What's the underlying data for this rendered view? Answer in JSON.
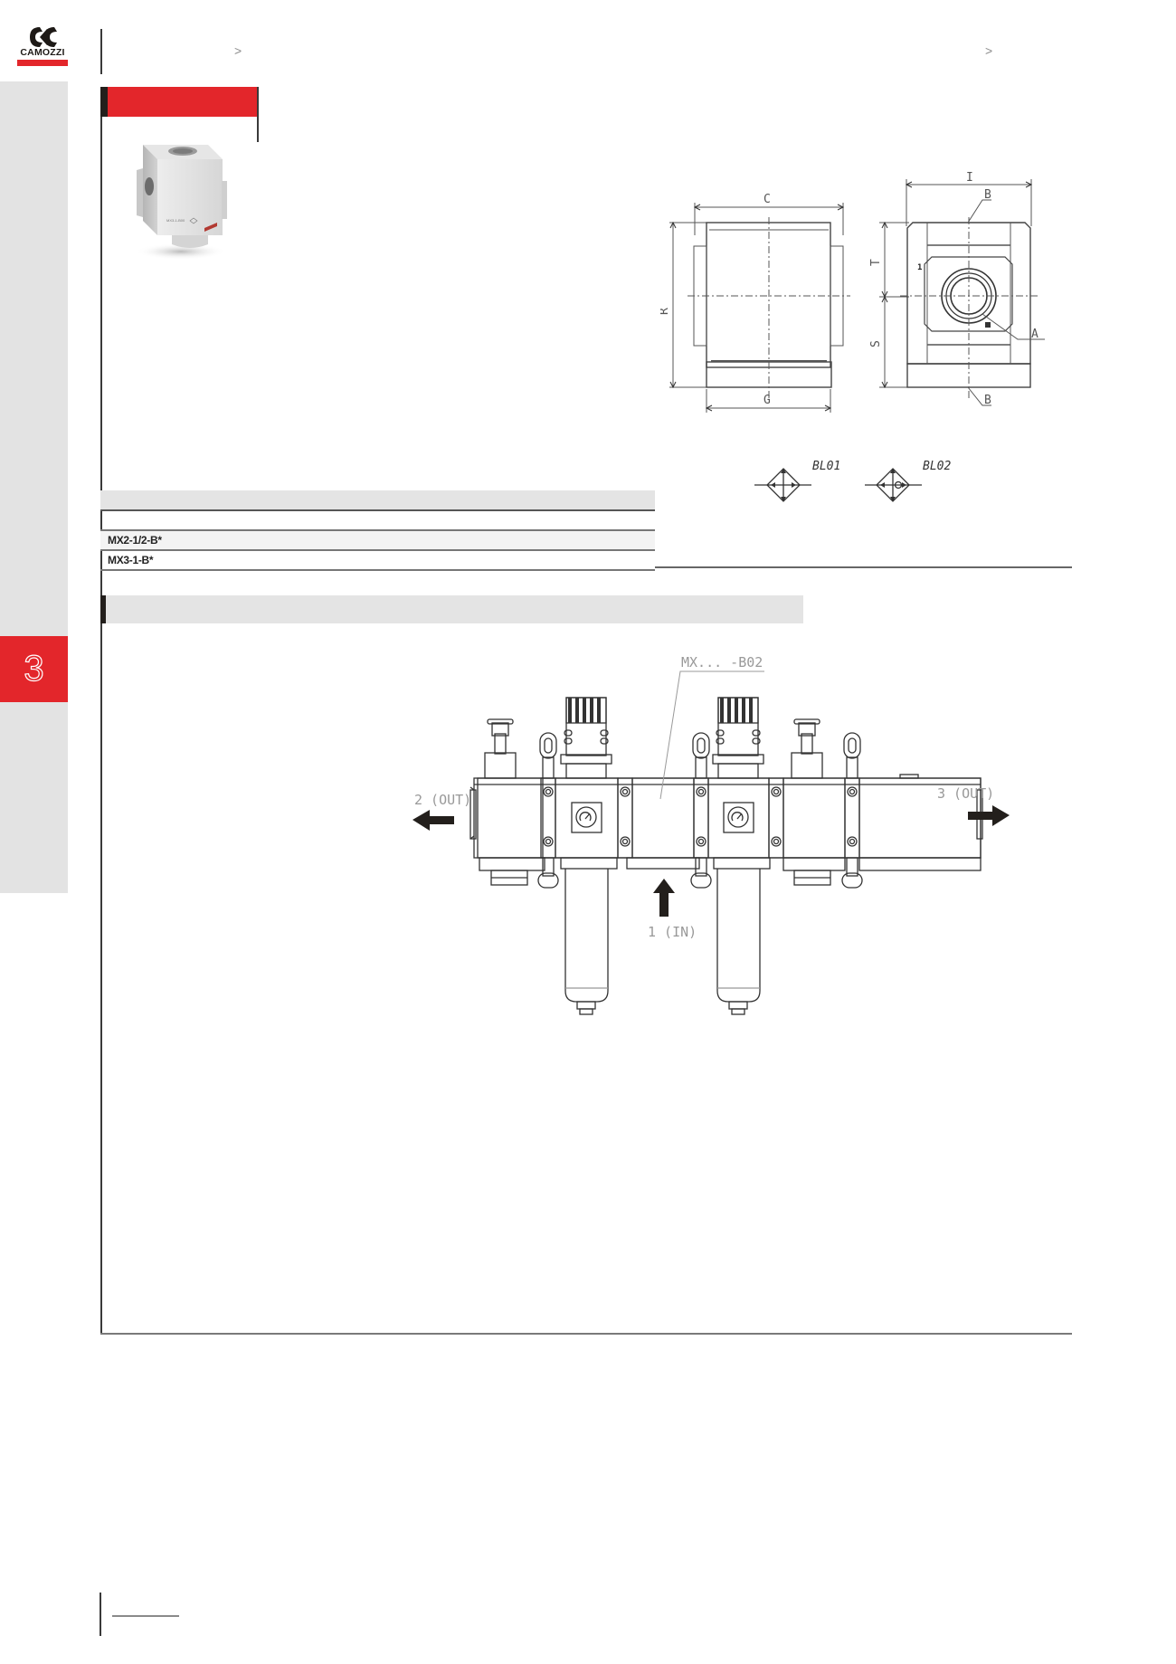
{
  "header": {
    "brand": "CAMOZZI",
    "brand_color": "#e3262b",
    "breadcrumb": [
      {
        "label": "",
        "separator": ">"
      },
      {
        "label": "",
        "separator": ">"
      }
    ]
  },
  "sidebar": {
    "chapter_number": "3",
    "active_color": "#e3262b"
  },
  "product": {
    "title": "",
    "image_alt": "MX blocking module cube"
  },
  "dimension_drawing": {
    "front_view_labels": {
      "top": "C",
      "bottom": "G",
      "left": "R"
    },
    "side_view_labels": {
      "top": "I",
      "upper_left": "T",
      "lower_left": "S",
      "callout_top": "B",
      "callout_bottom": "B",
      "callout_port": "A",
      "port_mark": "1"
    },
    "symbols": [
      {
        "label": "BL01"
      },
      {
        "label": "BL02"
      }
    ]
  },
  "table": {
    "header": "",
    "rows": [
      {
        "model": ""
      },
      {
        "model": "MX2-1/2-B*"
      },
      {
        "model": "MX3-1-B*"
      }
    ]
  },
  "section": {
    "title": ""
  },
  "assembly_diagram": {
    "callout": "MX... -B02",
    "port_left": "2 (OUT)",
    "port_right": "3 (OUT)",
    "port_in": "1 (IN)"
  }
}
